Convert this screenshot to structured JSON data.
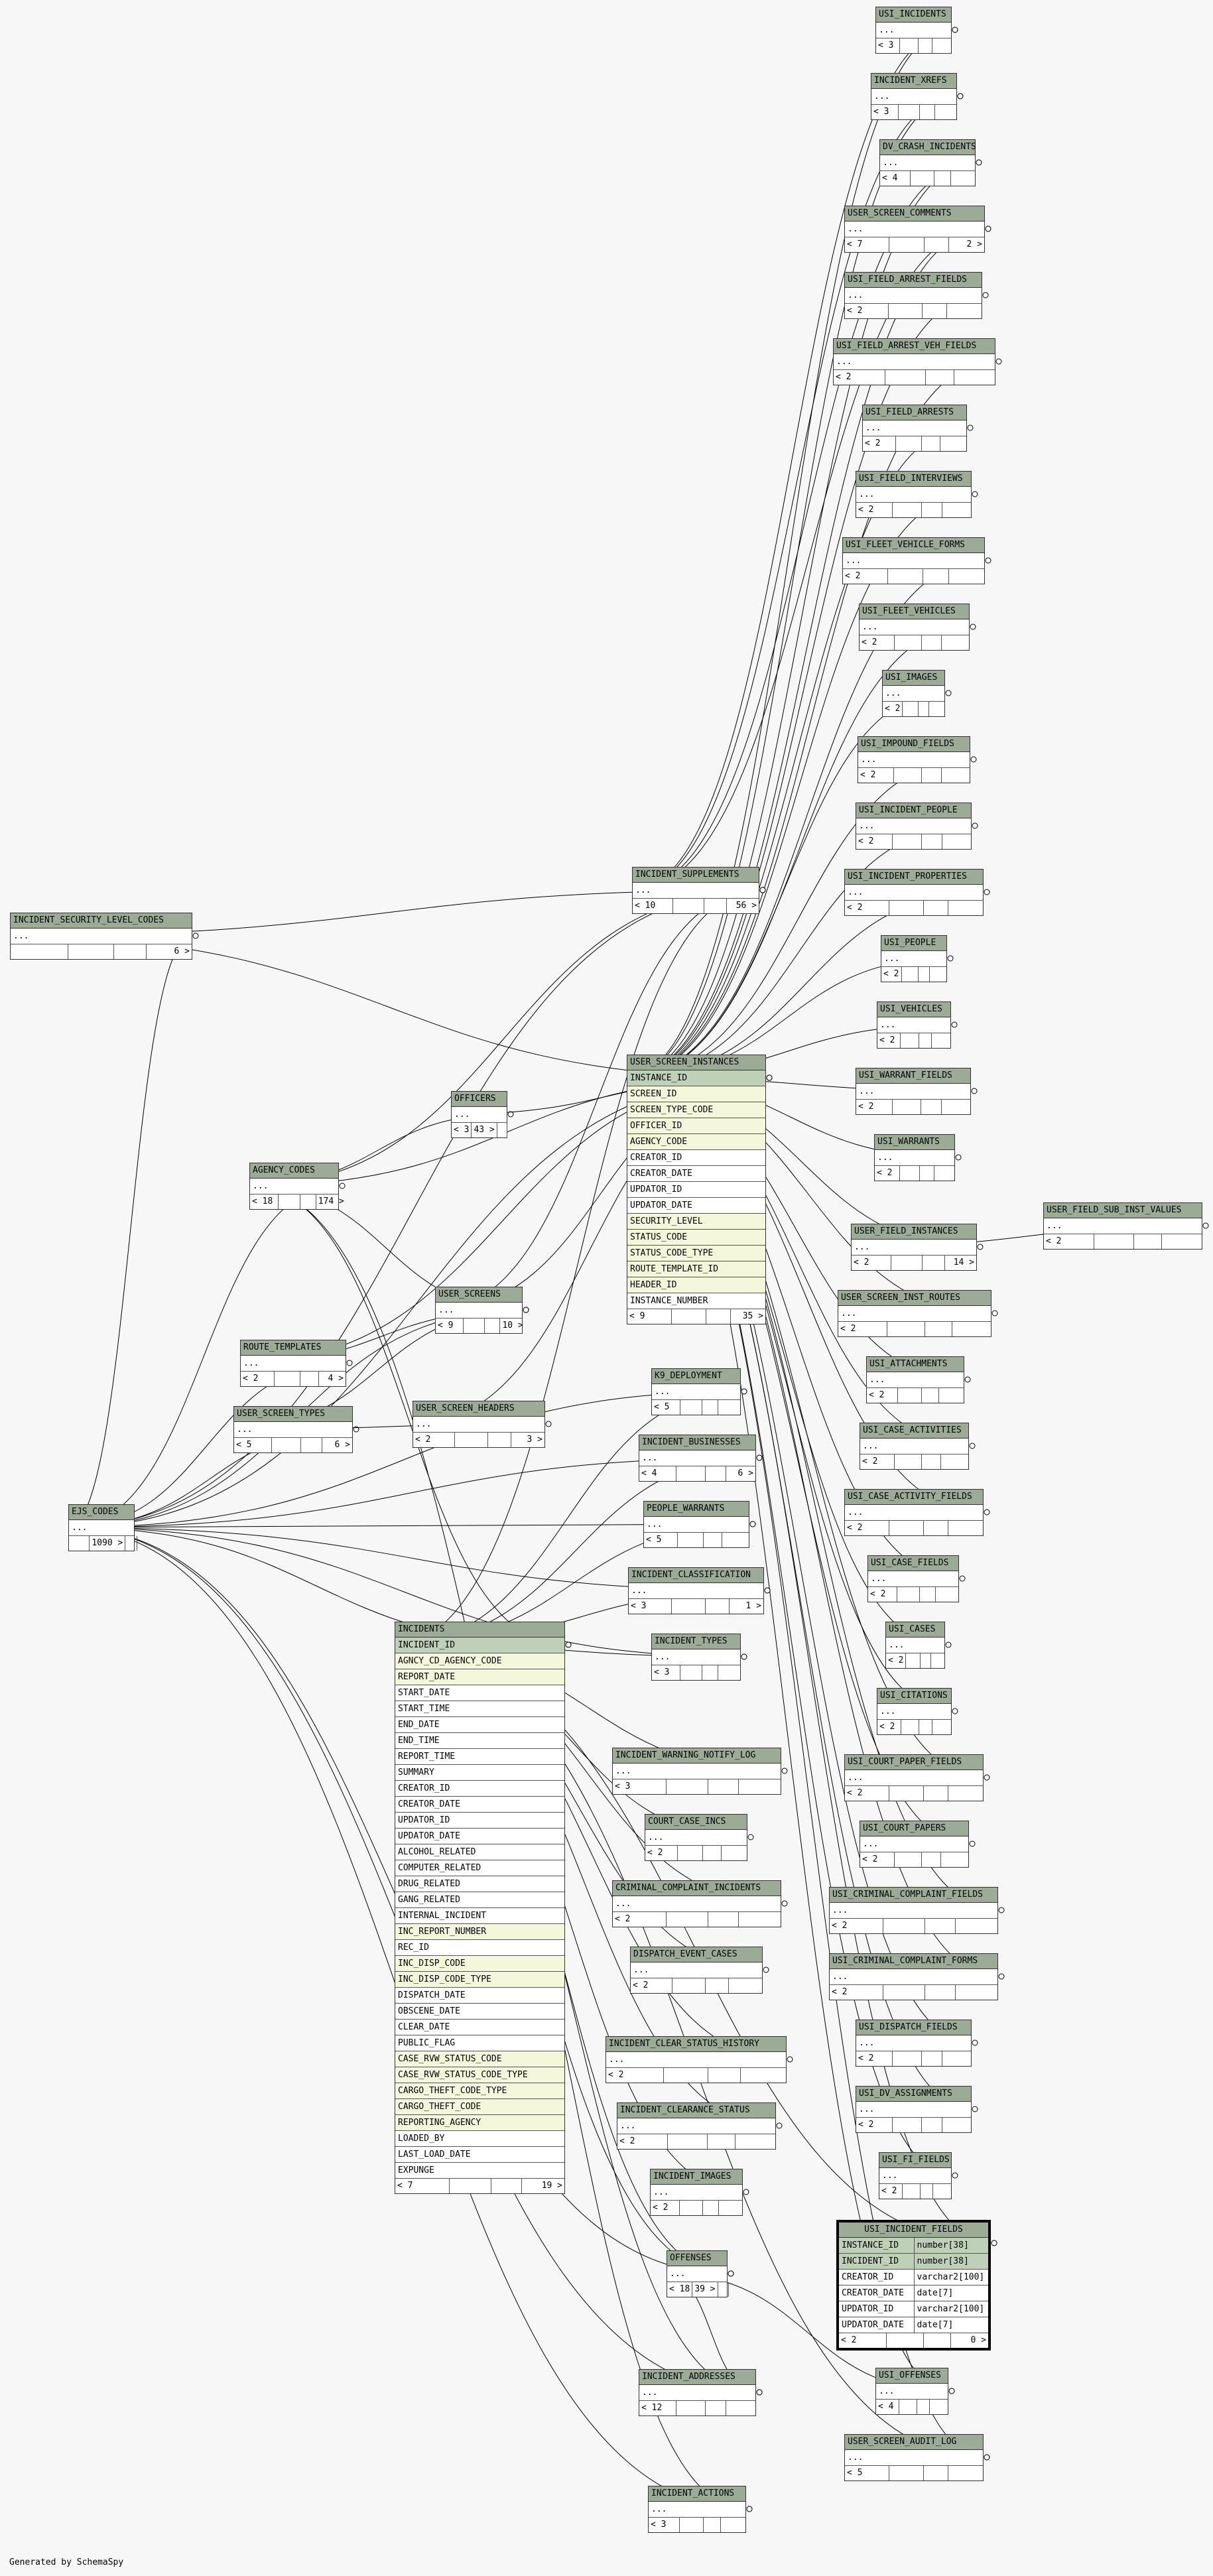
{
  "footer": "Generated by SchemaSpy",
  "tables": [
    {
      "id": "usi_incidents",
      "name": "USI_INCIDENTS",
      "footer": [
        "< 3",
        "",
        "",
        ""
      ]
    },
    {
      "id": "incident_xrefs",
      "name": "INCIDENT_XREFS",
      "footer": [
        "< 3",
        "",
        "",
        ""
      ]
    },
    {
      "id": "dv_crash_incidents",
      "name": "DV_CRASH_INCIDENTS",
      "footer": [
        "< 4",
        "",
        "",
        ""
      ]
    },
    {
      "id": "user_screen_comments",
      "name": "USER_SCREEN_COMMENTS",
      "footer": [
        "< 7",
        "",
        "",
        "2 >"
      ]
    },
    {
      "id": "usi_field_arrest_fields",
      "name": "USI_FIELD_ARREST_FIELDS",
      "footer": [
        "< 2",
        "",
        "",
        ""
      ]
    },
    {
      "id": "usi_field_arrest_veh_fields",
      "name": "USI_FIELD_ARREST_VEH_FIELDS",
      "footer": [
        "< 2",
        "",
        "",
        ""
      ]
    },
    {
      "id": "usi_field_arrests",
      "name": "USI_FIELD_ARRESTS",
      "footer": [
        "< 2",
        "",
        "",
        ""
      ]
    },
    {
      "id": "usi_field_interviews",
      "name": "USI_FIELD_INTERVIEWS",
      "footer": [
        "< 2",
        "",
        "",
        ""
      ]
    },
    {
      "id": "usi_fleet_vehicle_forms",
      "name": "USI_FLEET_VEHICLE_FORMS",
      "footer": [
        "< 2",
        "",
        "",
        ""
      ]
    },
    {
      "id": "usi_fleet_vehicles",
      "name": "USI_FLEET_VEHICLES",
      "footer": [
        "< 2",
        "",
        "",
        ""
      ]
    },
    {
      "id": "usi_images",
      "name": "USI_IMAGES",
      "footer": [
        "< 2",
        "",
        "",
        ""
      ]
    },
    {
      "id": "usi_impound_fields",
      "name": "USI_IMPOUND_FIELDS",
      "footer": [
        "< 2",
        "",
        "",
        ""
      ]
    },
    {
      "id": "usi_incident_people",
      "name": "USI_INCIDENT_PEOPLE",
      "footer": [
        "< 2",
        "",
        "",
        ""
      ]
    },
    {
      "id": "usi_incident_properties",
      "name": "USI_INCIDENT_PROPERTIES",
      "footer": [
        "< 2",
        "",
        "",
        ""
      ]
    },
    {
      "id": "usi_people",
      "name": "USI_PEOPLE",
      "footer": [
        "< 2",
        "",
        "",
        ""
      ]
    },
    {
      "id": "usi_vehicles",
      "name": "USI_VEHICLES",
      "footer": [
        "< 2",
        "",
        "",
        ""
      ]
    },
    {
      "id": "usi_warrant_fields",
      "name": "USI_WARRANT_FIELDS",
      "footer": [
        "< 2",
        "",
        "",
        ""
      ]
    },
    {
      "id": "usi_warrants",
      "name": "USI_WARRANTS",
      "footer": [
        "< 2",
        "",
        "",
        ""
      ]
    },
    {
      "id": "user_field_instances",
      "name": "USER_FIELD_INSTANCES",
      "footer": [
        "< 2",
        "",
        "",
        "14 >"
      ]
    },
    {
      "id": "user_field_sub_inst_values",
      "name": "USER_FIELD_SUB_INST_VALUES",
      "footer": [
        "< 2",
        "",
        "",
        ""
      ]
    },
    {
      "id": "user_screen_inst_routes",
      "name": "USER_SCREEN_INST_ROUTES",
      "footer": [
        "< 2",
        "",
        "",
        ""
      ]
    },
    {
      "id": "usi_attachments",
      "name": "USI_ATTACHMENTS",
      "footer": [
        "< 2",
        "",
        "",
        ""
      ]
    },
    {
      "id": "usi_case_activities",
      "name": "USI_CASE_ACTIVITIES",
      "footer": [
        "< 2",
        "",
        "",
        ""
      ]
    },
    {
      "id": "usi_case_activity_fields",
      "name": "USI_CASE_ACTIVITY_FIELDS",
      "footer": [
        "< 2",
        "",
        "",
        ""
      ]
    },
    {
      "id": "usi_case_fields",
      "name": "USI_CASE_FIELDS",
      "footer": [
        "< 2",
        "",
        "",
        ""
      ]
    },
    {
      "id": "usi_cases",
      "name": "USI_CASES",
      "footer": [
        "< 2",
        "",
        "",
        ""
      ]
    },
    {
      "id": "usi_citations",
      "name": "USI_CITATIONS",
      "footer": [
        "< 2",
        "",
        "",
        ""
      ]
    },
    {
      "id": "usi_court_paper_fields",
      "name": "USI_COURT_PAPER_FIELDS",
      "footer": [
        "< 2",
        "",
        "",
        ""
      ]
    },
    {
      "id": "usi_court_papers",
      "name": "USI_COURT_PAPERS",
      "footer": [
        "< 2",
        "",
        "",
        ""
      ]
    },
    {
      "id": "usi_criminal_complaint_fields",
      "name": "USI_CRIMINAL_COMPLAINT_FIELDS",
      "footer": [
        "< 2",
        "",
        "",
        ""
      ]
    },
    {
      "id": "usi_criminal_complaint_forms",
      "name": "USI_CRIMINAL_COMPLAINT_FORMS",
      "footer": [
        "< 2",
        "",
        "",
        ""
      ]
    },
    {
      "id": "usi_dispatch_fields",
      "name": "USI_DISPATCH_FIELDS",
      "footer": [
        "< 2",
        "",
        "",
        ""
      ]
    },
    {
      "id": "usi_dv_assignments",
      "name": "USI_DV_ASSIGNMENTS",
      "footer": [
        "< 2",
        "",
        "",
        ""
      ]
    },
    {
      "id": "usi_fi_fields",
      "name": "USI_FI_FIELDS",
      "footer": [
        "< 2",
        "",
        "",
        ""
      ]
    },
    {
      "id": "usi_offenses",
      "name": "USI_OFFENSES",
      "footer": [
        "< 4",
        "",
        "",
        ""
      ]
    },
    {
      "id": "user_screen_audit_log",
      "name": "USER_SCREEN_AUDIT_LOG",
      "footer": [
        "< 5",
        "",
        "",
        ""
      ]
    },
    {
      "id": "incident_security_level_codes",
      "name": "INCIDENT_SECURITY_LEVEL_CODES",
      "footer": [
        "",
        "",
        "",
        "6 >"
      ]
    },
    {
      "id": "incident_supplements",
      "name": "INCIDENT_SUPPLEMENTS",
      "footer": [
        "< 10",
        "",
        "",
        "56 >"
      ]
    },
    {
      "id": "officers",
      "name": "OFFICERS",
      "footer": [
        "< 3",
        "43 >",
        "",
        ""
      ]
    },
    {
      "id": "agency_codes",
      "name": "AGENCY_CODES",
      "footer": [
        "< 18",
        "",
        "",
        "174 >"
      ]
    },
    {
      "id": "user_screens",
      "name": "USER_SCREENS",
      "footer": [
        "< 9",
        "",
        "",
        "10 >"
      ]
    },
    {
      "id": "route_templates",
      "name": "ROUTE_TEMPLATES",
      "footer": [
        "< 2",
        "",
        "",
        "4 >"
      ]
    },
    {
      "id": "user_screen_types",
      "name": "USER_SCREEN_TYPES",
      "footer": [
        "< 5",
        "",
        "",
        "6 >"
      ]
    },
    {
      "id": "user_screen_headers",
      "name": "USER_SCREEN_HEADERS",
      "footer": [
        "< 2",
        "",
        "",
        "3 >"
      ]
    },
    {
      "id": "ejs_codes",
      "name": "EJS_CODES",
      "footer": [
        "",
        "1090 >",
        "",
        ""
      ]
    },
    {
      "id": "k9_deployment",
      "name": "K9_DEPLOYMENT",
      "footer": [
        "< 5",
        "",
        "",
        ""
      ]
    },
    {
      "id": "incident_businesses",
      "name": "INCIDENT_BUSINESSES",
      "footer": [
        "< 4",
        "",
        "",
        "6 >"
      ]
    },
    {
      "id": "people_warrants",
      "name": "PEOPLE_WARRANTS",
      "footer": [
        "< 5",
        "",
        "",
        ""
      ]
    },
    {
      "id": "incident_classification",
      "name": "INCIDENT_CLASSIFICATION",
      "footer": [
        "< 3",
        "",
        "",
        "1 >"
      ]
    },
    {
      "id": "incident_types",
      "name": "INCIDENT_TYPES",
      "footer": [
        "< 3",
        "",
        "",
        ""
      ]
    },
    {
      "id": "incident_warning_notify_log",
      "name": "INCIDENT_WARNING_NOTIFY_LOG",
      "footer": [
        "< 3",
        "",
        "",
        ""
      ]
    },
    {
      "id": "court_case_incs",
      "name": "COURT_CASE_INCS",
      "footer": [
        "< 2",
        "",
        "",
        ""
      ]
    },
    {
      "id": "criminal_complaint_incidents",
      "name": "CRIMINAL_COMPLAINT_INCIDENTS",
      "footer": [
        "< 2",
        "",
        "",
        ""
      ]
    },
    {
      "id": "dispatch_event_cases",
      "name": "DISPATCH_EVENT_CASES",
      "footer": [
        "< 2",
        "",
        "",
        ""
      ]
    },
    {
      "id": "incident_clear_status_history",
      "name": "INCIDENT_CLEAR_STATUS_HISTORY",
      "footer": [
        "< 2",
        "",
        "",
        ""
      ]
    },
    {
      "id": "incident_clearance_status",
      "name": "INCIDENT_CLEARANCE_STATUS",
      "footer": [
        "< 2",
        "",
        "",
        ""
      ]
    },
    {
      "id": "incident_images",
      "name": "INCIDENT_IMAGES",
      "footer": [
        "< 2",
        "",
        "",
        ""
      ]
    },
    {
      "id": "offenses",
      "name": "OFFENSES",
      "footer": [
        "< 18",
        "39 >",
        "",
        ""
      ]
    },
    {
      "id": "incident_addresses",
      "name": "INCIDENT_ADDRESSES",
      "footer": [
        "< 12",
        "",
        "",
        ""
      ]
    },
    {
      "id": "incident_actions",
      "name": "INCIDENT_ACTIONS",
      "footer": [
        "< 3",
        "",
        "",
        ""
      ]
    }
  ],
  "user_screen_instances": {
    "name": "USER_SCREEN_INSTANCES",
    "columns": [
      {
        "name": "INSTANCE_ID",
        "kind": "pk"
      },
      {
        "name": "SCREEN_ID",
        "kind": "key"
      },
      {
        "name": "SCREEN_TYPE_CODE",
        "kind": "key"
      },
      {
        "name": "OFFICER_ID",
        "kind": "key"
      },
      {
        "name": "AGENCY_CODE",
        "kind": "key"
      },
      {
        "name": "CREATOR_ID",
        "kind": ""
      },
      {
        "name": "CREATOR_DATE",
        "kind": ""
      },
      {
        "name": "UPDATOR_ID",
        "kind": ""
      },
      {
        "name": "UPDATOR_DATE",
        "kind": ""
      },
      {
        "name": "SECURITY_LEVEL",
        "kind": "key"
      },
      {
        "name": "STATUS_CODE",
        "kind": "key"
      },
      {
        "name": "STATUS_CODE_TYPE",
        "kind": "key"
      },
      {
        "name": "ROUTE_TEMPLATE_ID",
        "kind": "key"
      },
      {
        "name": "HEADER_ID",
        "kind": "key"
      },
      {
        "name": "INSTANCE_NUMBER",
        "kind": ""
      }
    ],
    "footer": [
      "< 9",
      "",
      "",
      "35 >"
    ]
  },
  "incidents": {
    "name": "INCIDENTS",
    "columns": [
      {
        "name": "INCIDENT_ID",
        "kind": "pk"
      },
      {
        "name": "AGNCY_CD_AGENCY_CODE",
        "kind": "key"
      },
      {
        "name": "REPORT_DATE",
        "kind": "key"
      },
      {
        "name": "START_DATE",
        "kind": ""
      },
      {
        "name": "START_TIME",
        "kind": ""
      },
      {
        "name": "END_DATE",
        "kind": ""
      },
      {
        "name": "END_TIME",
        "kind": ""
      },
      {
        "name": "REPORT_TIME",
        "kind": ""
      },
      {
        "name": "SUMMARY",
        "kind": ""
      },
      {
        "name": "CREATOR_ID",
        "kind": ""
      },
      {
        "name": "CREATOR_DATE",
        "kind": ""
      },
      {
        "name": "UPDATOR_ID",
        "kind": ""
      },
      {
        "name": "UPDATOR_DATE",
        "kind": ""
      },
      {
        "name": "ALCOHOL_RELATED",
        "kind": ""
      },
      {
        "name": "COMPUTER_RELATED",
        "kind": ""
      },
      {
        "name": "DRUG_RELATED",
        "kind": ""
      },
      {
        "name": "GANG_RELATED",
        "kind": ""
      },
      {
        "name": "INTERNAL_INCIDENT",
        "kind": ""
      },
      {
        "name": "INC_REPORT_NUMBER",
        "kind": "key"
      },
      {
        "name": "REC_ID",
        "kind": ""
      },
      {
        "name": "INC_DISP_CODE",
        "kind": "key"
      },
      {
        "name": "INC_DISP_CODE_TYPE",
        "kind": "key"
      },
      {
        "name": "DISPATCH_DATE",
        "kind": ""
      },
      {
        "name": "OBSCENE_DATE",
        "kind": ""
      },
      {
        "name": "CLEAR_DATE",
        "kind": ""
      },
      {
        "name": "PUBLIC_FLAG",
        "kind": ""
      },
      {
        "name": "CASE_RVW_STATUS_CODE",
        "kind": "key"
      },
      {
        "name": "CASE_RVW_STATUS_CODE_TYPE",
        "kind": "key"
      },
      {
        "name": "CARGO_THEFT_CODE_TYPE",
        "kind": "key"
      },
      {
        "name": "CARGO_THEFT_CODE",
        "kind": "key"
      },
      {
        "name": "REPORTING_AGENCY",
        "kind": "key"
      },
      {
        "name": "LOADED_BY",
        "kind": ""
      },
      {
        "name": "LAST_LOAD_DATE",
        "kind": ""
      },
      {
        "name": "EXPUNGE",
        "kind": ""
      }
    ],
    "footer": [
      "< 7",
      "",
      "",
      "19 >"
    ]
  },
  "usi_incident_fields": {
    "name": "USI_INCIDENT_FIELDS",
    "columns": [
      {
        "name": "INSTANCE_ID",
        "type": "number[38]",
        "kind": "pk"
      },
      {
        "name": "INCIDENT_ID",
        "type": "number[38]",
        "kind": "pk"
      },
      {
        "name": "CREATOR_ID",
        "type": "varchar2[100]",
        "kind": ""
      },
      {
        "name": "CREATOR_DATE",
        "type": "date[7]",
        "kind": ""
      },
      {
        "name": "UPDATOR_ID",
        "type": "varchar2[100]",
        "kind": ""
      },
      {
        "name": "UPDATOR_DATE",
        "type": "date[7]",
        "kind": ""
      }
    ],
    "footer": [
      "< 2",
      "",
      "",
      "0 >"
    ]
  },
  "ellipsis": "..."
}
